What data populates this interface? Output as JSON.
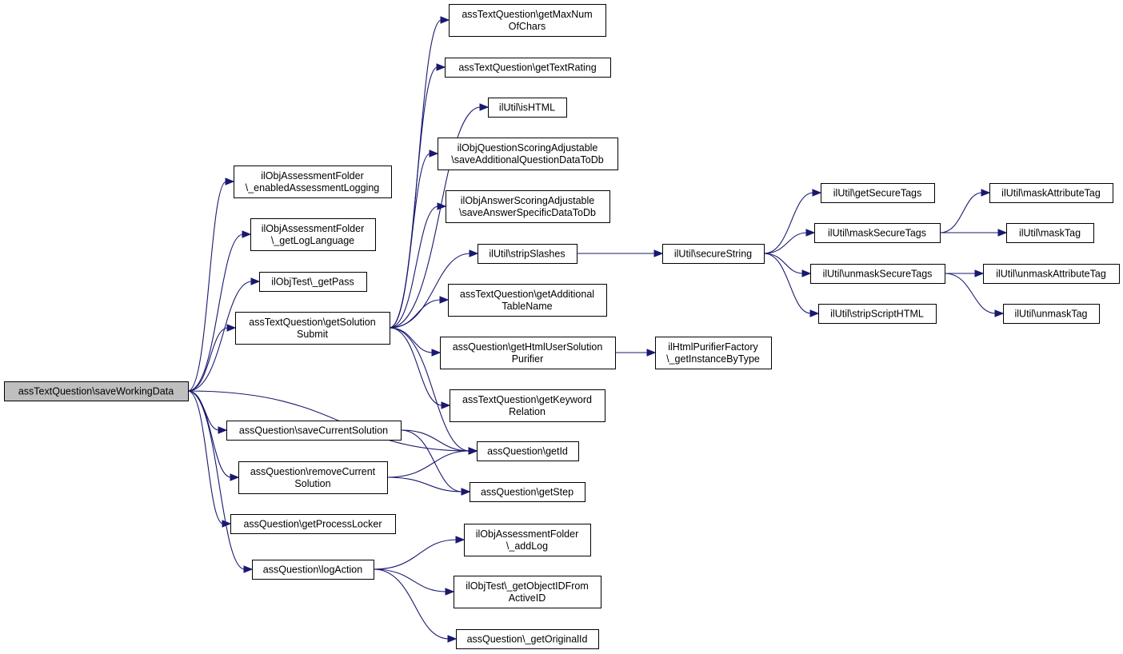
{
  "graph": {
    "nodes": [
      {
        "id": "n0",
        "lines": [
          "assTextQuestion\\saveWorkingData"
        ],
        "root": true
      },
      {
        "id": "n1",
        "lines": [
          "ilObjAssessmentFolder",
          "\\_enabledAssessmentLogging"
        ]
      },
      {
        "id": "n2",
        "lines": [
          "ilObjAssessmentFolder",
          "\\_getLogLanguage"
        ]
      },
      {
        "id": "n3",
        "lines": [
          "ilObjTest\\_getPass"
        ]
      },
      {
        "id": "n4",
        "lines": [
          "assTextQuestion\\getSolution",
          "Submit"
        ]
      },
      {
        "id": "n5",
        "lines": [
          "assQuestion\\saveCurrentSolution"
        ]
      },
      {
        "id": "n6",
        "lines": [
          "assQuestion\\removeCurrent",
          "Solution"
        ]
      },
      {
        "id": "n7",
        "lines": [
          "assQuestion\\getProcessLocker"
        ]
      },
      {
        "id": "n8",
        "lines": [
          "assQuestion\\logAction"
        ]
      },
      {
        "id": "n9",
        "lines": [
          "assTextQuestion\\getMaxNum",
          "OfChars"
        ]
      },
      {
        "id": "n10",
        "lines": [
          "assTextQuestion\\getTextRating"
        ]
      },
      {
        "id": "n11",
        "lines": [
          "ilUtil\\isHTML"
        ]
      },
      {
        "id": "n12",
        "lines": [
          "ilObjQuestionScoringAdjustable",
          "\\saveAdditionalQuestionDataToDb"
        ]
      },
      {
        "id": "n13",
        "lines": [
          "ilObjAnswerScoringAdjustable",
          "\\saveAnswerSpecificDataToDb"
        ]
      },
      {
        "id": "n14",
        "lines": [
          "ilUtil\\stripSlashes"
        ]
      },
      {
        "id": "n15",
        "lines": [
          "assTextQuestion\\getAdditional",
          "TableName"
        ]
      },
      {
        "id": "n16",
        "lines": [
          "assQuestion\\getHtmlUserSolution",
          "Purifier"
        ]
      },
      {
        "id": "n17",
        "lines": [
          "assTextQuestion\\getKeyword",
          "Relation"
        ]
      },
      {
        "id": "n18",
        "lines": [
          "assQuestion\\getId"
        ]
      },
      {
        "id": "n19",
        "lines": [
          "assQuestion\\getStep"
        ]
      },
      {
        "id": "n20",
        "lines": [
          "ilObjAssessmentFolder",
          "\\_addLog"
        ]
      },
      {
        "id": "n21",
        "lines": [
          "ilObjTest\\_getObjectIDFrom",
          "ActiveID"
        ]
      },
      {
        "id": "n22",
        "lines": [
          "assQuestion\\_getOriginalId"
        ]
      },
      {
        "id": "n23",
        "lines": [
          "ilUtil\\secureString"
        ]
      },
      {
        "id": "n24",
        "lines": [
          "ilHtmlPurifierFactory",
          "\\_getInstanceByType"
        ]
      },
      {
        "id": "n25",
        "lines": [
          "ilUtil\\getSecureTags"
        ]
      },
      {
        "id": "n26",
        "lines": [
          "ilUtil\\maskSecureTags"
        ]
      },
      {
        "id": "n27",
        "lines": [
          "ilUtil\\unmaskSecureTags"
        ]
      },
      {
        "id": "n28",
        "lines": [
          "ilUtil\\stripScriptHTML"
        ]
      },
      {
        "id": "n29",
        "lines": [
          "ilUtil\\maskAttributeTag"
        ]
      },
      {
        "id": "n30",
        "lines": [
          "ilUtil\\maskTag"
        ]
      },
      {
        "id": "n31",
        "lines": [
          "ilUtil\\unmaskAttributeTag"
        ]
      },
      {
        "id": "n32",
        "lines": [
          "ilUtil\\unmaskTag"
        ]
      }
    ],
    "edges": [
      [
        "n0",
        "n1"
      ],
      [
        "n0",
        "n2"
      ],
      [
        "n0",
        "n3"
      ],
      [
        "n0",
        "n4"
      ],
      [
        "n0",
        "n5"
      ],
      [
        "n0",
        "n6"
      ],
      [
        "n0",
        "n7"
      ],
      [
        "n0",
        "n8"
      ],
      [
        "n0",
        "n18"
      ],
      [
        "n4",
        "n9"
      ],
      [
        "n4",
        "n10"
      ],
      [
        "n4",
        "n11"
      ],
      [
        "n4",
        "n12"
      ],
      [
        "n4",
        "n13"
      ],
      [
        "n4",
        "n14"
      ],
      [
        "n4",
        "n15"
      ],
      [
        "n4",
        "n16"
      ],
      [
        "n4",
        "n17"
      ],
      [
        "n4",
        "n18"
      ],
      [
        "n5",
        "n18"
      ],
      [
        "n5",
        "n19"
      ],
      [
        "n6",
        "n18"
      ],
      [
        "n6",
        "n19"
      ],
      [
        "n8",
        "n20"
      ],
      [
        "n8",
        "n21"
      ],
      [
        "n8",
        "n22"
      ],
      [
        "n14",
        "n23"
      ],
      [
        "n16",
        "n24"
      ],
      [
        "n23",
        "n25"
      ],
      [
        "n23",
        "n26"
      ],
      [
        "n23",
        "n27"
      ],
      [
        "n23",
        "n28"
      ],
      [
        "n26",
        "n29"
      ],
      [
        "n26",
        "n30"
      ],
      [
        "n27",
        "n31"
      ],
      [
        "n27",
        "n32"
      ]
    ]
  }
}
